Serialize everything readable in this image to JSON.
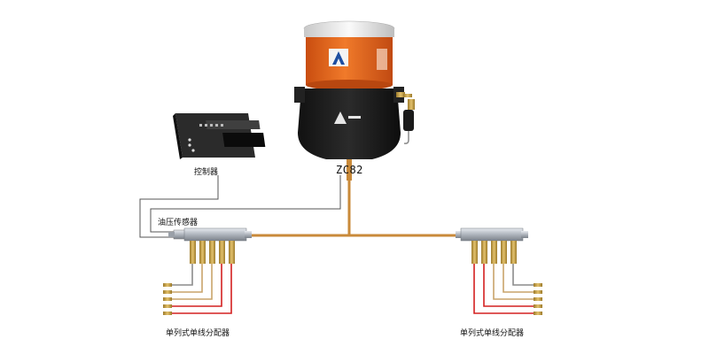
{
  "labels": {
    "controller": "控制器",
    "pump_model": "ZC82",
    "pressure_sensor": "油压传感器",
    "distributor_left": "单列式单线分配器",
    "distributor_right": "单列式单线分配器"
  },
  "colors": {
    "main_pipe": "#c98a3a",
    "signal_wire": "#444444",
    "pump_orange": "#e2621c",
    "pump_body": "#1c1c1c",
    "distributor_metal": "#b9bec6",
    "brass": "#c9a24a",
    "tube_red": "#d42020",
    "tube_gray": "#8c8c8c",
    "tube_tan": "#c9a46a"
  },
  "icons": {
    "pump": "lubrication-pump-icon",
    "controller": "controller-device-icon",
    "logo": "brand-logo-icon"
  }
}
